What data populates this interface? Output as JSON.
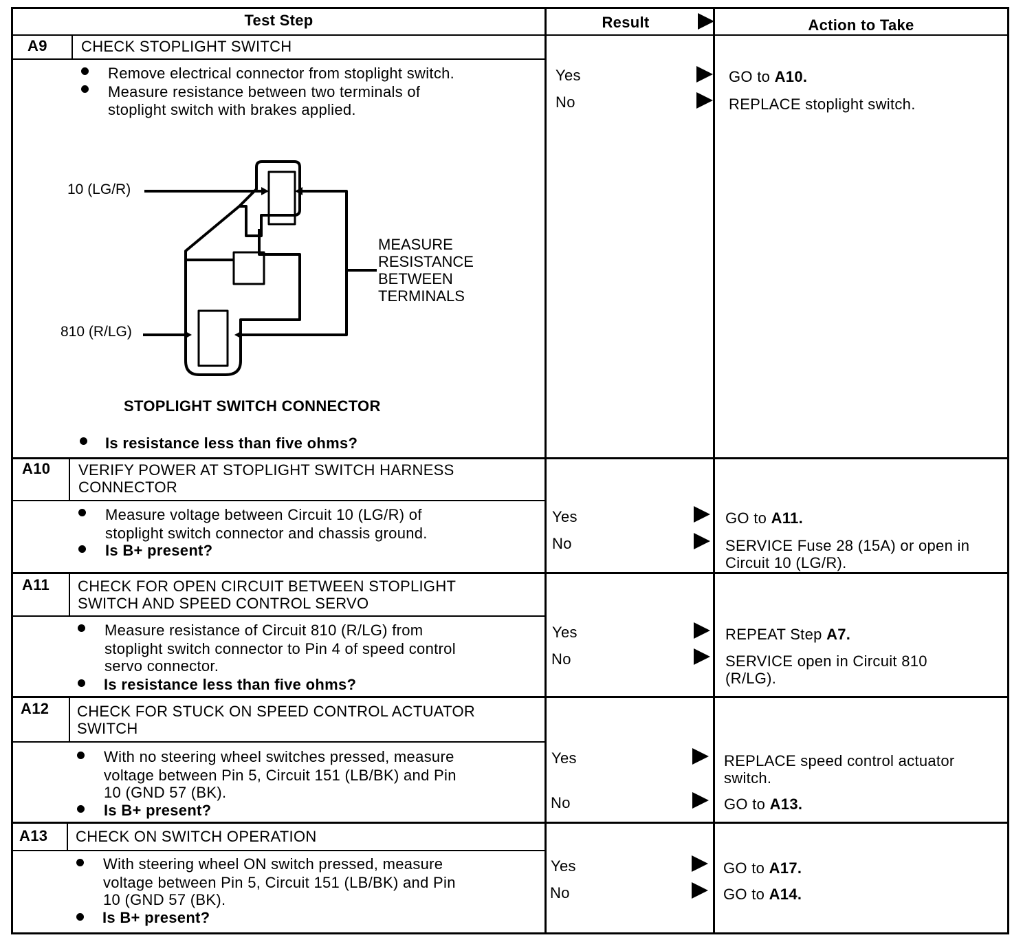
{
  "headers": {
    "test_step": "Test Step",
    "result": "Result",
    "action": "Action to Take"
  },
  "steps": [
    {
      "id": "A9",
      "title": [
        "CHECK STOPLIGHT SWITCH"
      ],
      "bullets": [
        [
          "Remove electrical connector from stoplight switch."
        ],
        [
          "Measure resistance between two terminals of",
          "stoplight switch with brakes applied."
        ]
      ],
      "question": "Is resistance less than five ohms?",
      "results": [
        {
          "result": "Yes",
          "action_text": [
            "GO to "
          ],
          "action_bold": "A10."
        },
        {
          "result": "No",
          "action_text": [
            "REPLACE stoplight switch."
          ],
          "action_bold": ""
        }
      ]
    },
    {
      "id": "A10",
      "title": [
        "VERIFY POWER AT STOPLIGHT SWITCH HARNESS",
        "CONNECTOR"
      ],
      "bullets": [
        [
          "Measure voltage between Circuit 10 (LG/R) of",
          "stoplight switch connector and chassis ground."
        ]
      ],
      "question": "Is B+ present?",
      "results": [
        {
          "result": "Yes",
          "action_text": [
            "GO to "
          ],
          "action_bold": "A11."
        },
        {
          "result": "No",
          "action_text": [
            "SERVICE Fuse 28 (15A) or open in",
            "Circuit 10 (LG/R)."
          ],
          "action_bold": ""
        }
      ]
    },
    {
      "id": "A11",
      "title": [
        "CHECK FOR OPEN CIRCUIT BETWEEN STOPLIGHT",
        "SWITCH AND SPEED CONTROL SERVO"
      ],
      "bullets": [
        [
          "Measure resistance of Circuit 810 (R/LG) from",
          "stoplight switch connector to Pin 4 of speed control",
          "servo connector."
        ]
      ],
      "question": "Is resistance less than five ohms?",
      "results": [
        {
          "result": "Yes",
          "action_text": [
            "REPEAT Step "
          ],
          "action_bold": "A7."
        },
        {
          "result": "No",
          "action_text": [
            "SERVICE open in Circuit 810",
            "(R/LG)."
          ],
          "action_bold": ""
        }
      ]
    },
    {
      "id": "A12",
      "title": [
        "CHECK FOR STUCK ON SPEED CONTROL ACTUATOR",
        "SWITCH"
      ],
      "bullets": [
        [
          "With no steering wheel switches pressed, measure",
          "voltage between Pin 5, Circuit 151 (LB/BK) and Pin",
          "10 (GND 57 (BK)."
        ]
      ],
      "question": "Is B+ present?",
      "results": [
        {
          "result": "Yes",
          "action_text": [
            "REPLACE speed control actuator",
            "switch."
          ],
          "action_bold": ""
        },
        {
          "result": "No",
          "action_text": [
            "GO to "
          ],
          "action_bold": "A13."
        }
      ]
    },
    {
      "id": "A13",
      "title": [
        "CHECK ON SWITCH OPERATION"
      ],
      "bullets": [
        [
          "With steering wheel ON switch pressed, measure",
          "voltage between Pin 5, Circuit 151 (LB/BK) and Pin",
          "10 (GND 57 (BK)."
        ]
      ],
      "question": "Is B+ present?",
      "results": [
        {
          "result": "Yes",
          "action_text": [
            "GO to "
          ],
          "action_bold": "A17."
        },
        {
          "result": "No",
          "action_text": [
            "GO to "
          ],
          "action_bold": "A14."
        }
      ]
    }
  ],
  "diagram": {
    "label_top_wire": "10 (LG/R)",
    "label_bottom_wire": "810 (R/LG)",
    "label_measure": [
      "MEASURE",
      "RESISTANCE",
      "BETWEEN",
      "TERMINALS"
    ],
    "caption": "STOPLIGHT SWITCH CONNECTOR"
  }
}
